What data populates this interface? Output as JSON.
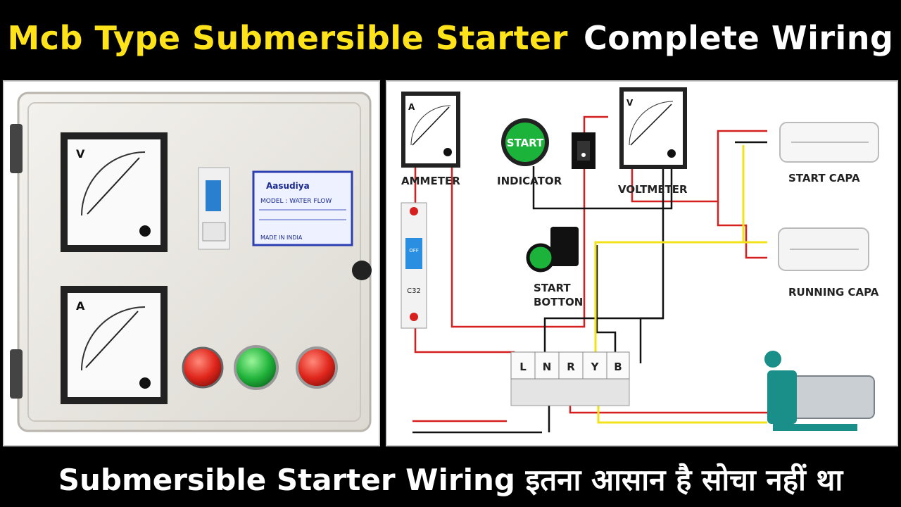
{
  "header": {
    "title_part1": "Mcb Type Submersible Starter",
    "title_part2": "Complete Wiring"
  },
  "footer": {
    "caption": "Submersible Starter Wiring इतना आसान है सोचा नहीं था"
  },
  "starter_box": {
    "voltmeter_symbol": "V",
    "ammeter_symbol": "A",
    "label_brand": "Aasudiya",
    "label_model": "MODEL : WATER FLOW",
    "label_made": "MADE IN INDIA"
  },
  "diagram": {
    "ammeter_label": "AMMETER",
    "ammeter_symbol": "A",
    "indicator_label": "INDICATOR",
    "indicator_text": "START",
    "voltmeter_label": "VOLTMETER",
    "voltmeter_symbol": "V",
    "start_capa_label": "START CAPA",
    "running_capa_label": "RUNNING CAPA",
    "start_button_label_1": "START",
    "start_button_label_2": "BOTTON",
    "mcb_text": "C32",
    "mcb_off": "OFF",
    "terminals": [
      "L",
      "N",
      "R",
      "Y",
      "B"
    ]
  },
  "colors": {
    "title_yellow": "#ffe31a",
    "wire_red": "#d61f1f",
    "wire_black": "#111111",
    "wire_yellow": "#f2e21a",
    "indicator_green": "#1bb33a",
    "pump_teal": "#1a8f8a"
  }
}
